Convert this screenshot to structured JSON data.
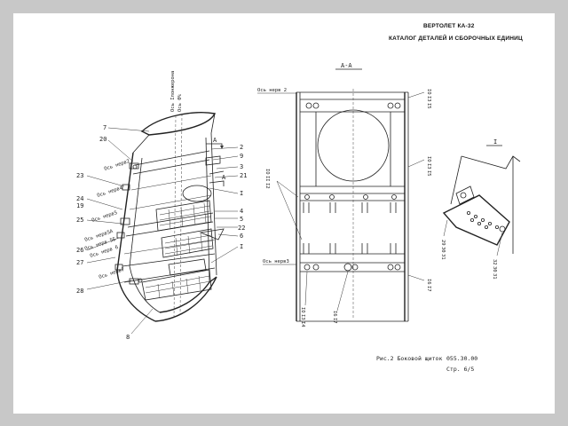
{
  "header": {
    "title": "ВЕРТОЛЕТ КА-32",
    "subtitle": "КАТАЛОГ ДЕТАЛЕЙ И СБОРОЧНЫХ ЕДИНИЦ"
  },
  "footer": {
    "caption": "Рис.2 Боковой щиток",
    "code": "055.30.00",
    "page": "Стр. 6/5"
  },
  "views": {
    "section": "А-А",
    "detail": "I",
    "axis_top": "Ось нерв 2",
    "axis_bottom": "Ось нерв3",
    "axis_vertical_1": "Ось Iлонжерона",
    "axis_vertical_2": "Ось 0%"
  },
  "left_labels": {
    "l7": "7",
    "l20": "20",
    "l23": "23",
    "l24": "24",
    "l19": "19",
    "l25": "25",
    "l26": "26",
    "l27": "27",
    "l28": "28",
    "l8": "8",
    "ax1": "Ось нерв2",
    "ax2": "Ось нерв4",
    "ax3": "Ось нерв5",
    "ax4": "Ось нерв5А",
    "ax5": "Ось нерв 5Б",
    "ax6": "Ось нерв 6",
    "ax7": "Ось нерв7"
  },
  "right_labels": {
    "r2": "2",
    "r9": "9",
    "r3": "3",
    "r21": "21",
    "rA": "А",
    "rA2": "А",
    "rI": "I",
    "r4": "4",
    "r5": "5",
    "r22": "22",
    "r6": "6",
    "rI2": "I"
  },
  "section_labels": {
    "t1": "IO",
    "t2": "I3",
    "t3": "I5",
    "m1": "IO",
    "m2": "I3",
    "m3": "I5",
    "ml1": "IO",
    "ml2": "II",
    "ml3": "I2",
    "b1": "I6",
    "b2": "I7",
    "bl1": "IO",
    "bl2": "I3",
    "bl3": "I4",
    "bm1": "I6",
    "bm2": "I7"
  },
  "detail_labels": {
    "d1": "29",
    "d2": "30",
    "d3": "31",
    "d4": "32",
    "d5": "30",
    "d6": "31"
  }
}
